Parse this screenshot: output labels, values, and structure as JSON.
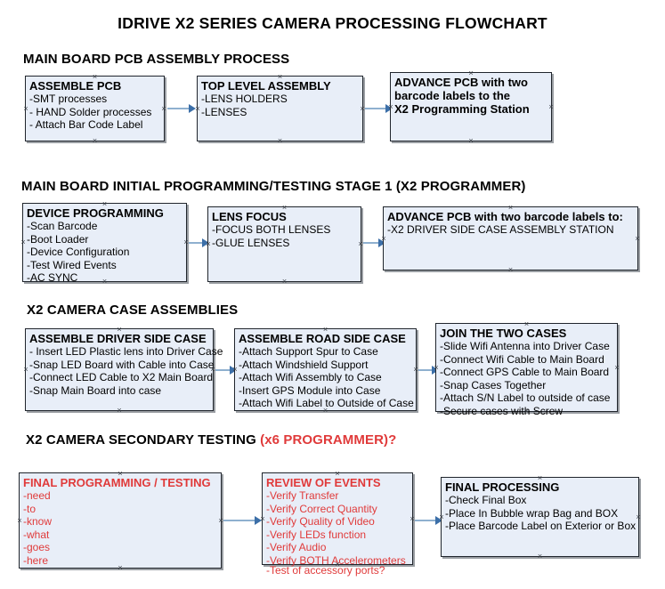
{
  "title": "IDRIVE X2  SERIES CAMERA PROCESSING FLOWCHART",
  "colors": {
    "node_fill": "#e8eef8",
    "node_border": "#20252c",
    "connector": "#8fb0cf",
    "arrowhead": "#3c6fa8",
    "accent_red": "#e03a3a",
    "text": "#000000"
  },
  "sections": [
    {
      "heading": "MAIN BOARD PCB ASSEMBLY PROCESS",
      "heading_accent": "",
      "nodes": [
        {
          "title": "ASSEMBLE PCB",
          "lines": [
            "-SMT processes",
            "- HAND Solder processes",
            "- Attach Bar Code Label"
          ],
          "red": false
        },
        {
          "title": "TOP LEVEL ASSEMBLY",
          "lines": [
            "-LENS HOLDERS",
            "-LENSES"
          ],
          "red": false
        },
        {
          "title": "ADVANCE PCB with two",
          "lines": [
            "barcode labels to the",
            " X2 Programming Station"
          ],
          "red": false
        }
      ]
    },
    {
      "heading": "MAIN BOARD INITIAL PROGRAMMING/TESTING STAGE 1 (X2 PROGRAMMER)",
      "heading_accent": "",
      "nodes": [
        {
          "title": "DEVICE PROGRAMMING",
          "lines": [
            "-Scan Barcode",
            "-Boot Loader",
            "-Device Configuration",
            "-Test Wired Events",
            "-AC SYNC"
          ],
          "red": false
        },
        {
          "title": "LENS FOCUS",
          "lines": [
            "-FOCUS BOTH LENSES",
            "-GLUE LENSES"
          ],
          "red": false
        },
        {
          "title": "ADVANCE PCB with two barcode labels to:",
          "lines": [
            "-X2 DRIVER  SIDE  CASE  ASSEMBLY STATION"
          ],
          "red": false
        }
      ]
    },
    {
      "heading": "X2 CAMERA CASE ASSEMBLIES",
      "heading_accent": "",
      "nodes": [
        {
          "title": "ASSEMBLE DRIVER SIDE CASE",
          "lines": [
            "- Insert LED Plastic lens into Driver Case",
            "-Snap LED Board with Cable into Case",
            "-Connect LED Cable to X2 Main Board",
            "-Snap Main Board into case"
          ],
          "red": false
        },
        {
          "title": "ASSEMBLE ROAD SIDE CASE",
          "lines": [
            "-Attach Support Spur to Case",
            "-Attach Windshield Support",
            "-Attach Wifi Assembly to Case",
            "-Insert GPS Module into Case",
            "-Attach Wifi Label to Outside of Case"
          ],
          "red": false
        },
        {
          "title": "JOIN THE TWO CASES",
          "lines": [
            "-Slide Wifi Antenna into Driver Case",
            "-Connect Wifi Cable to Main Board",
            "-Connect GPS Cable to Main Board",
            "-Snap Cases Together",
            "-Attach S/N Label to outside of case",
            "-Secure cases with Screw"
          ],
          "red": false
        }
      ]
    },
    {
      "heading": "X2 CAMERA SECONDARY TESTING ",
      "heading_accent": "(x6 PROGRAMMER)?",
      "nodes": [
        {
          "title": "FINAL PROGRAMMING / TESTING",
          "lines": [
            "-need",
            "-to",
            "-know",
            "-what",
            "-goes",
            "-here"
          ],
          "red": true
        },
        {
          "title": "REVIEW OF EVENTS",
          "lines": [
            "-Verify Transfer",
            "-Verify Correct Quantity",
            "-Verify Quality of Video",
            "-Verify LEDs function",
            "-Verify Audio",
            "-Verify BOTH Accelerometers"
          ],
          "overflow_line": "-Test of accessory ports?",
          "red": true
        },
        {
          "title": "FINAL PROCESSING",
          "lines": [
            " -Check Final Box",
            "-Place In Bubble wrap Bag and BOX",
            "-Place Barcode Label on Exterior or Box"
          ],
          "red": false
        }
      ]
    }
  ]
}
